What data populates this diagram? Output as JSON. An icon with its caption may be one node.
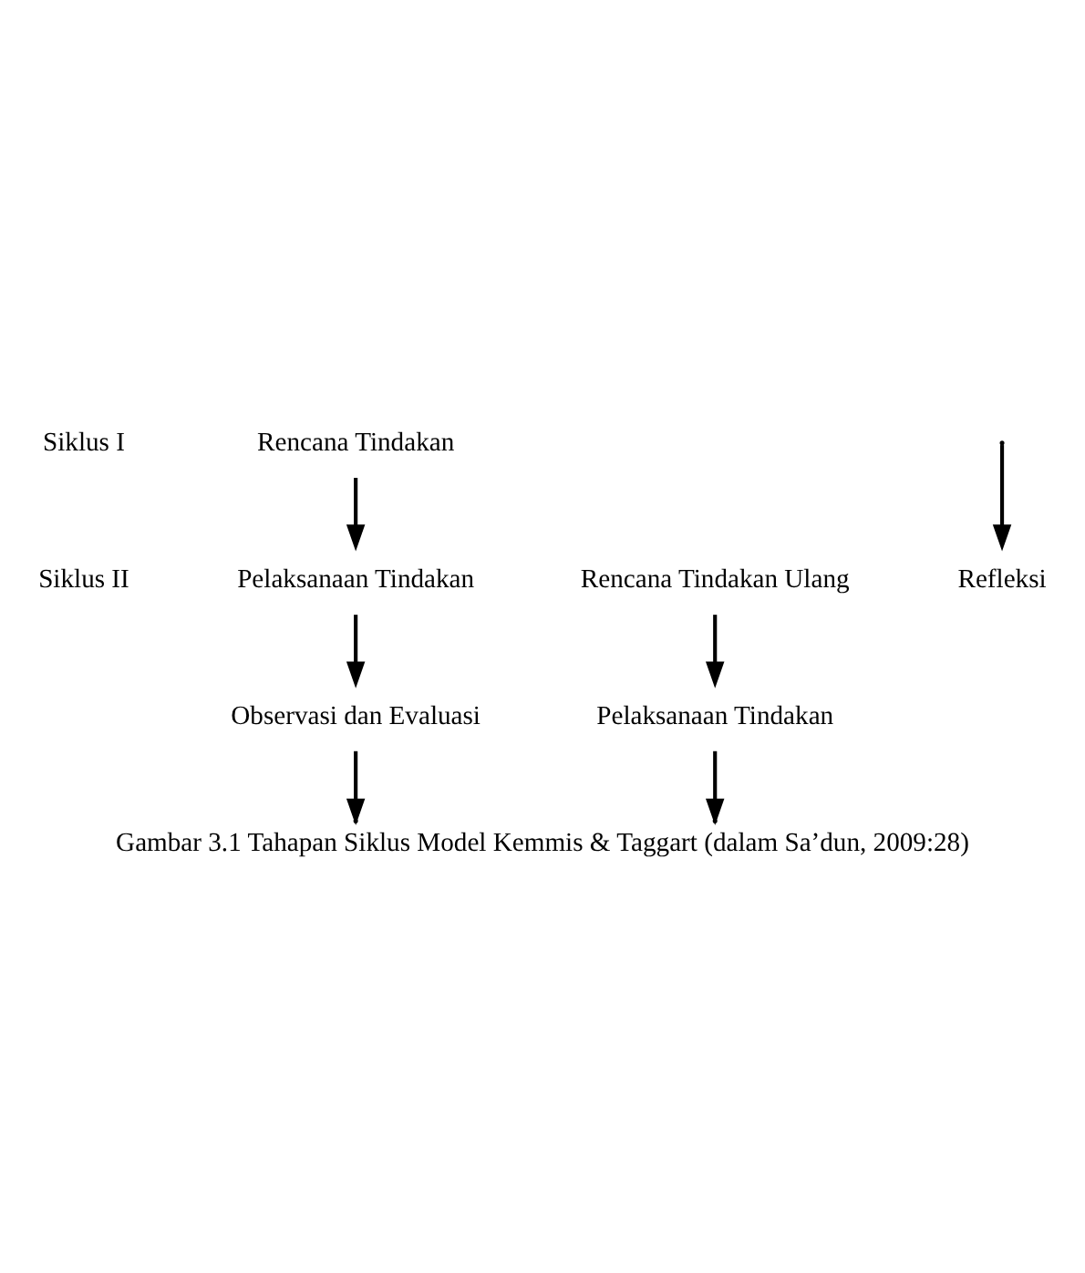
{
  "diagram": {
    "caption": "Gambar 3.1 Tahapan Siklus Model Kemmis & Taggart (dalam Sa’dun, 2009:28)",
    "nodes": [
      {
        "text": [
          "Rencana Tindakan"
        ]
      },
      {
        "text": [
          "Observasi dan Evaluasi"
        ]
      },
      {
        "text": [
          "Pelaksanaan Tindakan"
        ]
      },
      {
        "text": [
          "Rencana Tindakan Ulang"
        ]
      },
      {
        "text": [
          "Refleksi"
        ]
      },
      {
        "text": [
          "Pelaksanaan Tindakan"
        ]
      }
    ],
    "edges": [
      {
        "from": 0,
        "to": 2,
        "arrow": "to"
      },
      {
        "from": 2,
        "to": 1,
        "arrow": "to"
      },
      {
        "from": 1,
        "to": null,
        "arrow": "to"
      },
      {
        "from": 3,
        "to": 5,
        "arrow": "to"
      },
      {
        "from": 5,
        "to": null,
        "arrow": "to"
      },
      {
        "from": null,
        "to": 4,
        "arrow": "to"
      }
    ],
    "labels": [
      "Siklus I",
      "Siklus II"
    ]
  }
}
